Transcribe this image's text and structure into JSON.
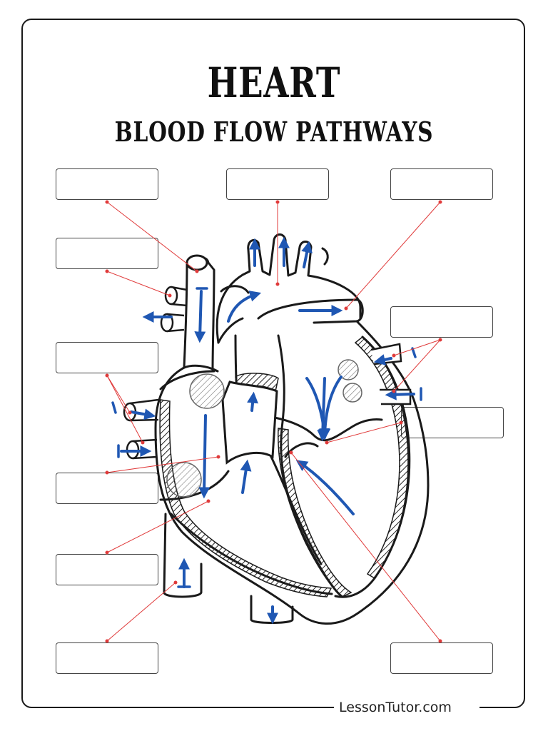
{
  "title": "HEART",
  "subtitle": "BLOOD FLOW PATHWAYS",
  "footer": "LessonTutor.com",
  "label_boxes": [
    {
      "id": "box-1",
      "text": ""
    },
    {
      "id": "box-2",
      "text": ""
    },
    {
      "id": "box-3",
      "text": ""
    },
    {
      "id": "box-4",
      "text": ""
    },
    {
      "id": "box-5",
      "text": ""
    },
    {
      "id": "box-6",
      "text": ""
    },
    {
      "id": "box-7",
      "text": ""
    },
    {
      "id": "box-8",
      "text": ""
    },
    {
      "id": "box-9",
      "text": ""
    },
    {
      "id": "box-10",
      "text": ""
    },
    {
      "id": "box-11",
      "text": ""
    }
  ],
  "colors": {
    "outline": "#1a1a1a",
    "flow_arrow": "#1f57b3",
    "leader_line": "#e03a3a",
    "valve_fill": "#c8c8c8"
  }
}
